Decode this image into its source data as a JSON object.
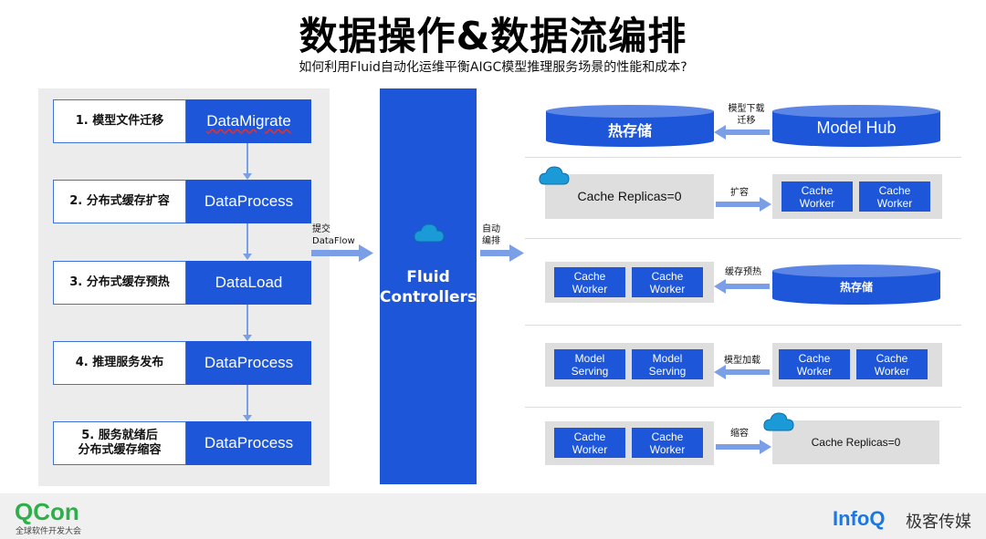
{
  "header": {
    "title": "数据操作&数据流编排",
    "subtitle": "如何利用Fluid自动化运维平衡AIGC模型推理服务场景的性能和成本?"
  },
  "steps": [
    {
      "label": "1. 模型文件迁移",
      "op": "DataMigrate"
    },
    {
      "label": "2. 分布式缓存扩容",
      "op": "DataProcess"
    },
    {
      "label": "3. 分布式缓存预热",
      "op": "DataLoad"
    },
    {
      "label": "4. 推理服务发布",
      "op": "DataProcess"
    },
    {
      "label": "5. 服务就绪后\n分布式缓存缩容",
      "op": "DataProcess"
    }
  ],
  "dataflow": {
    "label_line1": "提交",
    "label_line2": "DataFlow"
  },
  "fluid": {
    "line1": "Fluid",
    "line2": "Controllers"
  },
  "orchestrate": {
    "line1": "自动",
    "line2": "编排"
  },
  "rows": {
    "r1": {
      "left_cyl": "热存储",
      "right_cyl": "Model Hub",
      "arrow_line1": "模型下载",
      "arrow_line2": "迁移"
    },
    "r2": {
      "replicas": "Cache Replicas=0",
      "arrow": "扩容",
      "workers": [
        "Cache\nWorker",
        "Cache\nWorker"
      ]
    },
    "r3": {
      "workers": [
        "Cache\nWorker",
        "Cache\nWorker"
      ],
      "arrow": "缓存预热",
      "cyl": "热存储"
    },
    "r4": {
      "serving": [
        "Model\nServing",
        "Model\nServing"
      ],
      "arrow": "模型加载",
      "workers": [
        "Cache\nWorker",
        "Cache\nWorker"
      ]
    },
    "r5": {
      "workers": [
        "Cache\nWorker",
        "Cache\nWorker"
      ],
      "arrow": "缩容",
      "replicas": "Cache Replicas=0"
    }
  },
  "footer": {
    "qcon": "QCon",
    "qcon_sub": "全球软件开发大会",
    "infoq": "InfoQ",
    "infoq_cn": "极客传媒"
  },
  "colors": {
    "primary": "#1d56d8",
    "arrow": "#7a9fe6",
    "panel": "#ececec"
  }
}
